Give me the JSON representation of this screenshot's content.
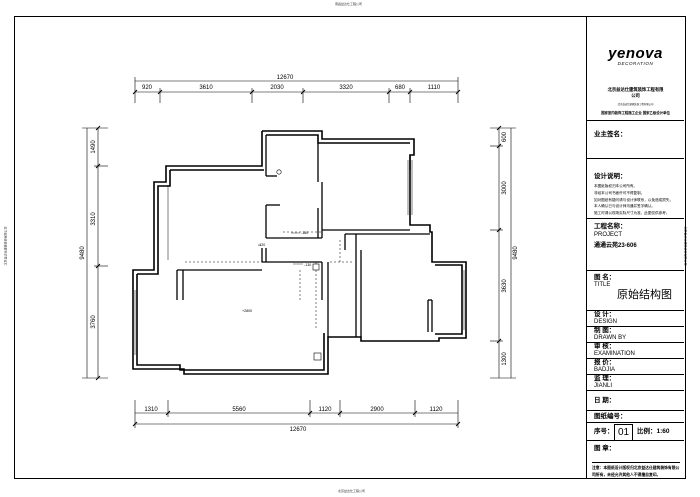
{
  "stamps": {
    "top": "南昌益达仕工程公司",
    "left": "北京益达仕建筑装饰有限公司",
    "right": "北京益达仕建筑装饰有限公司",
    "bottom": "北京益达仕工程公司"
  },
  "dimensions": {
    "top_total": "12670",
    "top_segments": [
      "920",
      "3610",
      "2030",
      "3320",
      "680",
      "1110"
    ],
    "bottom_total": "12670",
    "bottom_segments": [
      "1310",
      "5560",
      "1120",
      "2900",
      "1120"
    ],
    "left_total": "9480",
    "left_segments": [
      "1490",
      "3310",
      "3760"
    ],
    "right_total": "9480",
    "right_segments": [
      "600",
      "3000",
      "3630",
      "1300"
    ]
  },
  "plan_labels": {
    "elev_1": "-180",
    "elev_2": "-120",
    "elev_3": "-130",
    "elev_4": "+2800"
  },
  "titleblock": {
    "logo": "yenova",
    "logo_sub": "DECORATION",
    "company": "北京益达仕建筑装饰工程有限",
    "company2": "公司",
    "company_small": "北京益达仕建筑装饰工程有限公司",
    "qualification": "国家室内装饰工程施工企业 国家乙级设计单位",
    "owner_sign": "业主签名：",
    "design_notes_title": "设计说明：",
    "design_notes": [
      "本图纸版权归本公司所有。",
      "非经本公司书面许可不得复制。",
      "如对图纸有疑问请与设计师联系，以免造成损失。",
      "本人确认已与设计师沟通并签字确认。",
      "施工时请以现场实际尺寸为准，此图仅供参考。"
    ],
    "project_label": "工程名称：",
    "project_en": "PROJECT",
    "project_value": "通通云苑23-606",
    "title_label": "图 名：",
    "title_en": "TITLE",
    "title_value": "原始结构图",
    "design_label": "设 计：",
    "design_en": "DESIGN",
    "drawn_label": "制 图：",
    "drawn_en": "DRAWN BY",
    "exam_label": "审 核：",
    "exam_en": "EXAMINATION",
    "badjia_label": "报 价：",
    "badjia_en": "BADJIA",
    "jianli_label": "监 理：",
    "jianli_en": "JIANLI",
    "date_label": "日 期：",
    "sheet_no_label": "图纸编号：",
    "seq_label": "序号：",
    "seq_value": "01",
    "scale_label": "比例：1:60",
    "stamp_label": "图 章：",
    "notice": "注意：本图纸设计版权归北京益达仕建筑装饰有限公司所有，未经允许其他人不得擅自复印。"
  }
}
